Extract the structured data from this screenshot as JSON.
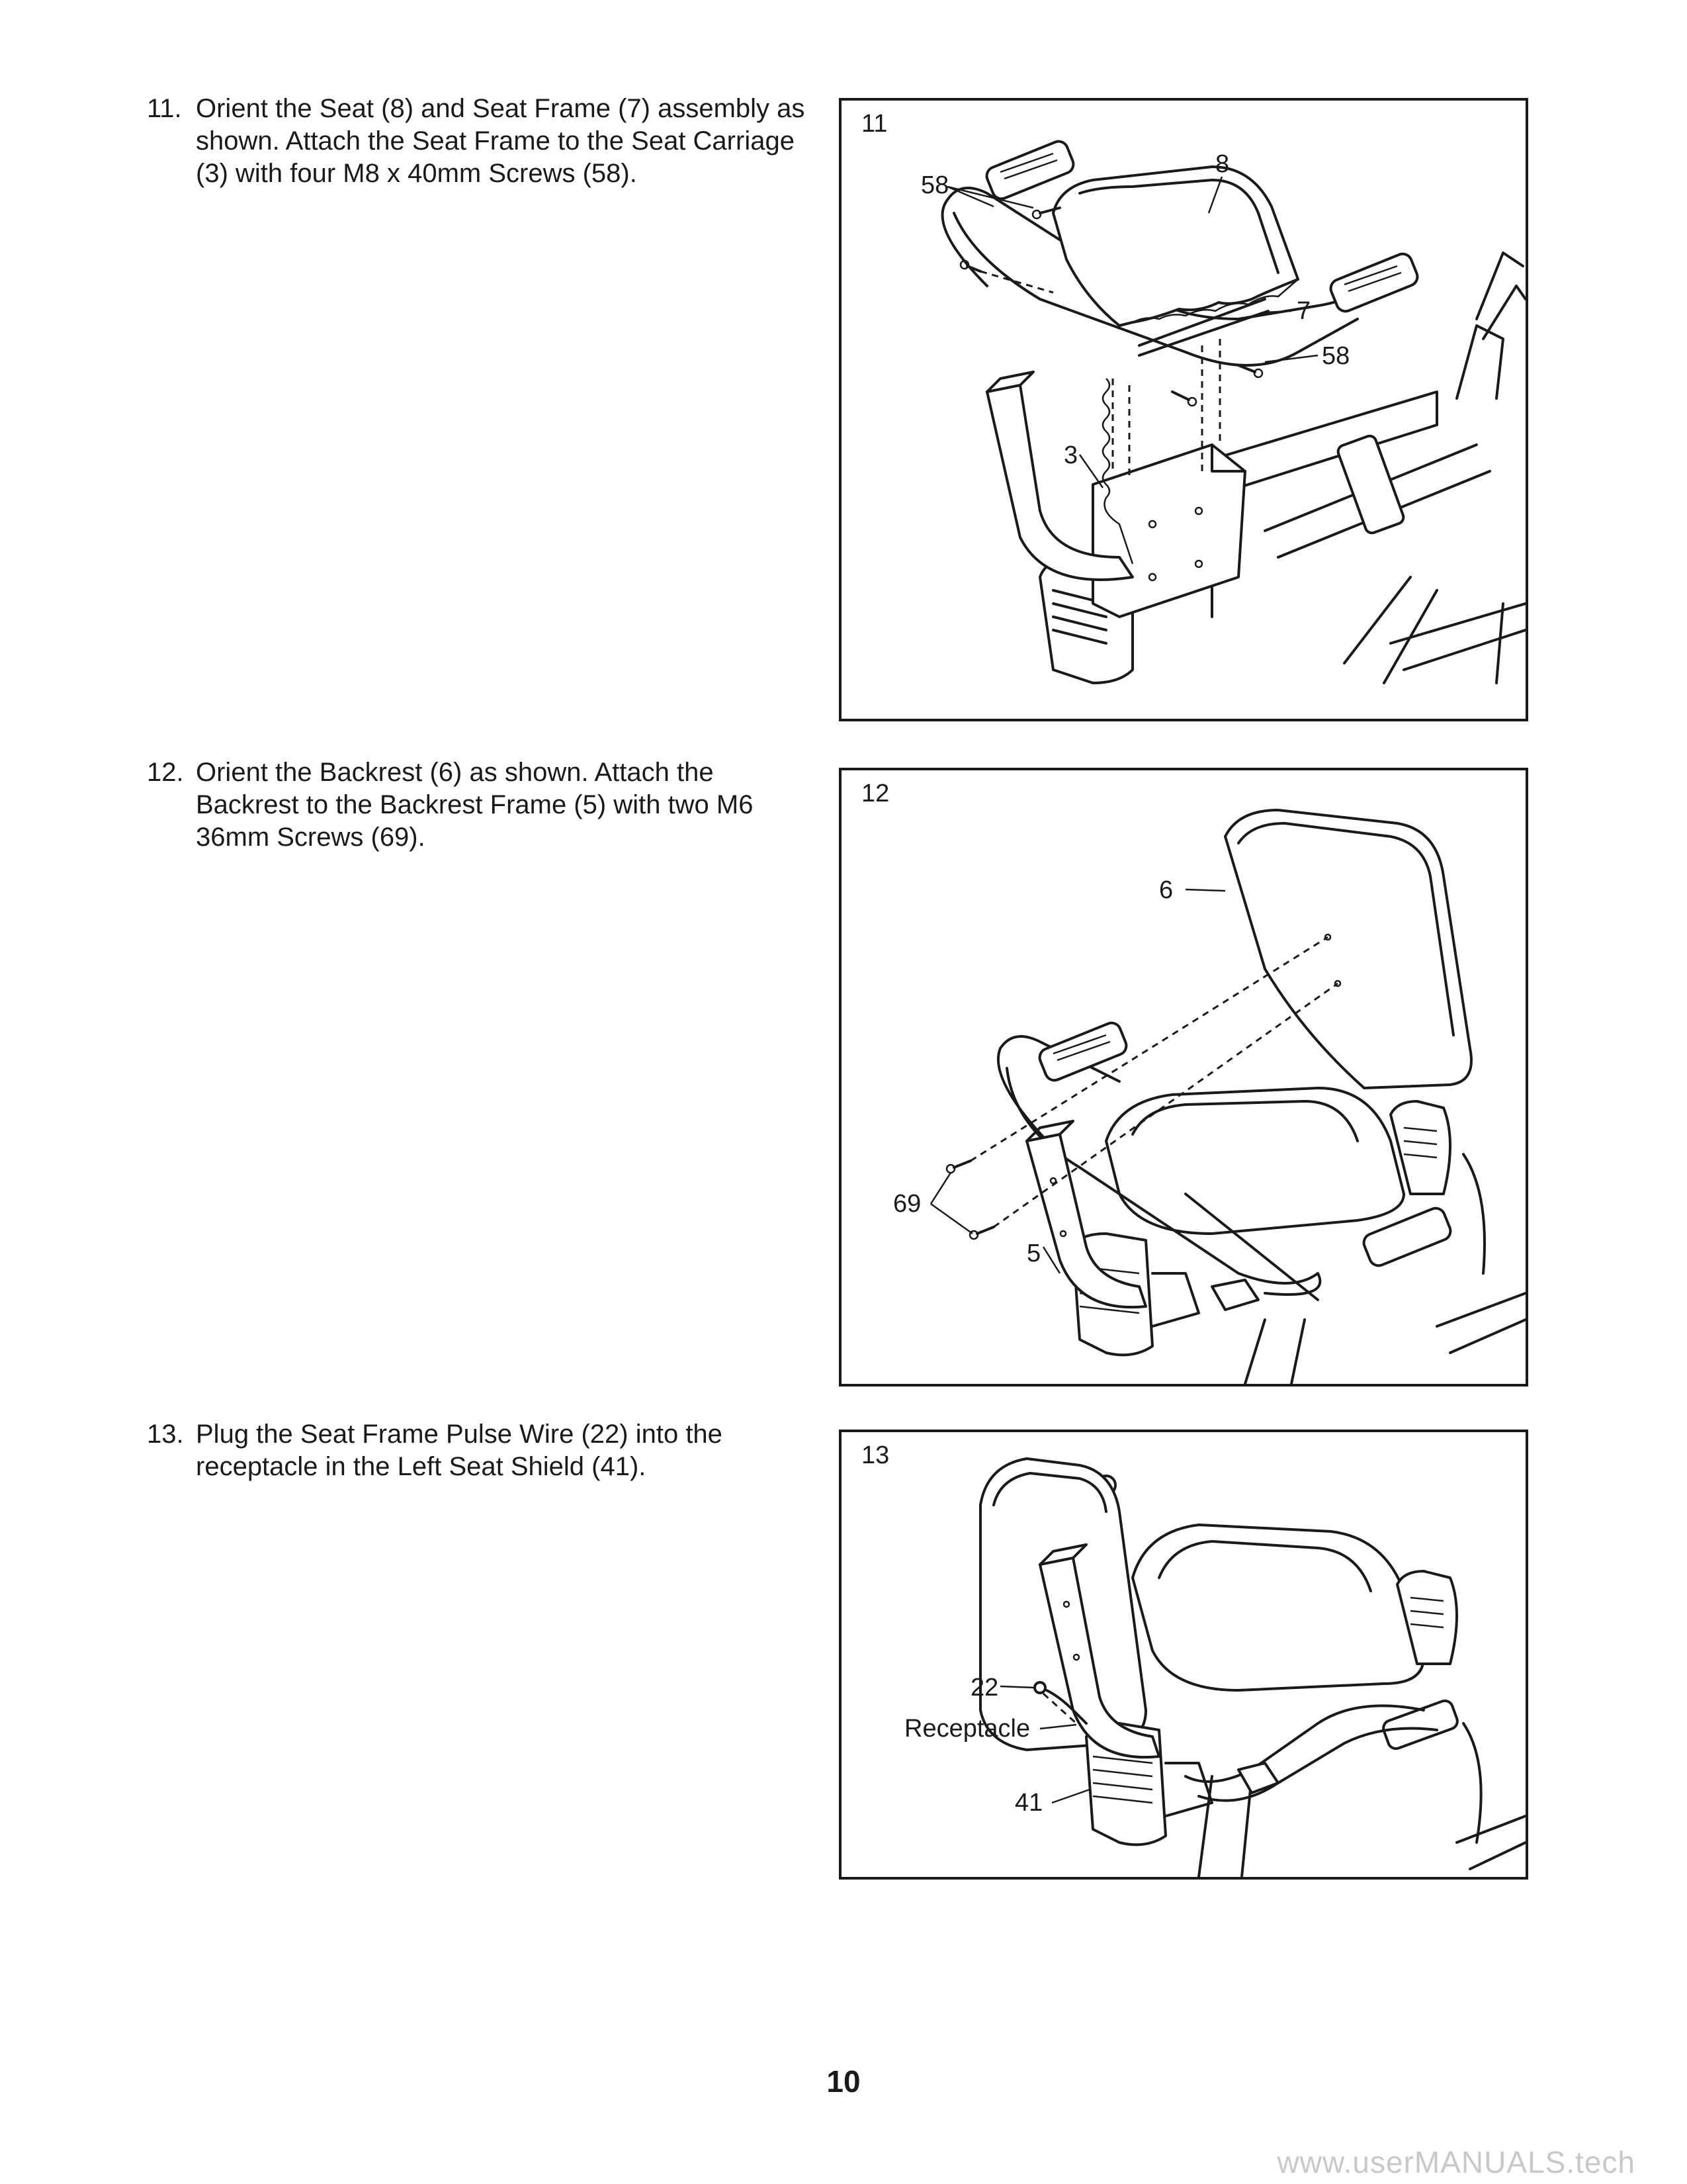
{
  "steps": [
    {
      "number": "11.",
      "text": "Orient the Seat (8) and Seat Frame (7) assembly as shown. Attach the Seat Frame to the Seat Carriage (3) with four M8 x 40mm Screws (58).",
      "figure": {
        "label": "11",
        "callouts": [
          "58",
          "8",
          "7",
          "58",
          "3"
        ]
      }
    },
    {
      "number": "12.",
      "text": "Orient the Backrest (6) as shown. Attach the Backrest to the Backrest Frame (5) with two M6 36mm Screws (69).",
      "figure": {
        "label": "12",
        "callouts": [
          "6",
          "69",
          "5"
        ]
      }
    },
    {
      "number": "13.",
      "text": "Plug the Seat Frame Pulse Wire (22) into the receptacle in the Left Seat Shield (41).",
      "figure": {
        "label": "13",
        "callouts": [
          "22",
          "Receptacle",
          "41"
        ]
      }
    }
  ],
  "page_number": "10",
  "watermark": "www.userMANUALS.tech"
}
